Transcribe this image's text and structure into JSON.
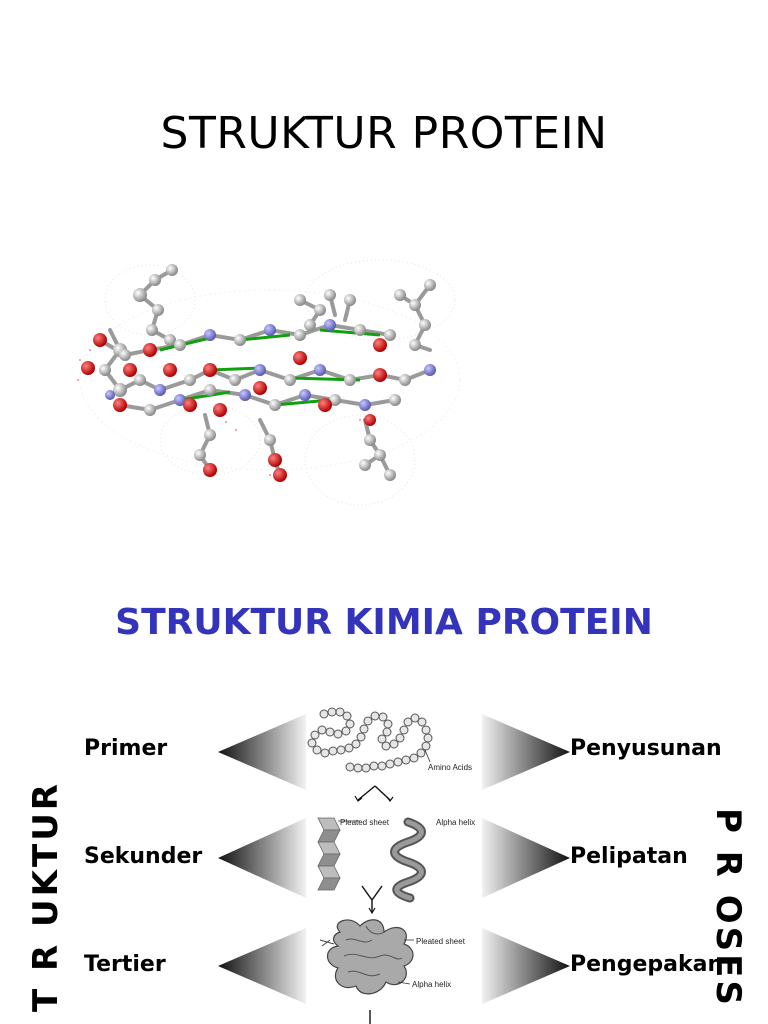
{
  "title": "STRUKTUR PROTEIN",
  "subtitle": "STRUKTUR KIMIA PROTEIN",
  "subtitle_color": "#3333bb",
  "levels": {
    "primary": "Primer",
    "secondary": "Sekunder",
    "tertiary": "Tertier"
  },
  "processes": {
    "primary": "Penyusunan",
    "secondary": "Pelipatan",
    "tertiary": "Pengepakan"
  },
  "side_left": "T R UKTUR",
  "side_right": "P R OSES",
  "diagram_labels": {
    "amino_acids": "Amino Acids",
    "pleated_sheet": "Pleated sheet",
    "alpha_helix": "Alpha helix",
    "pleated_sheet_2": "Pleated sheet",
    "alpha_helix_2": "Alpha helix"
  }
}
